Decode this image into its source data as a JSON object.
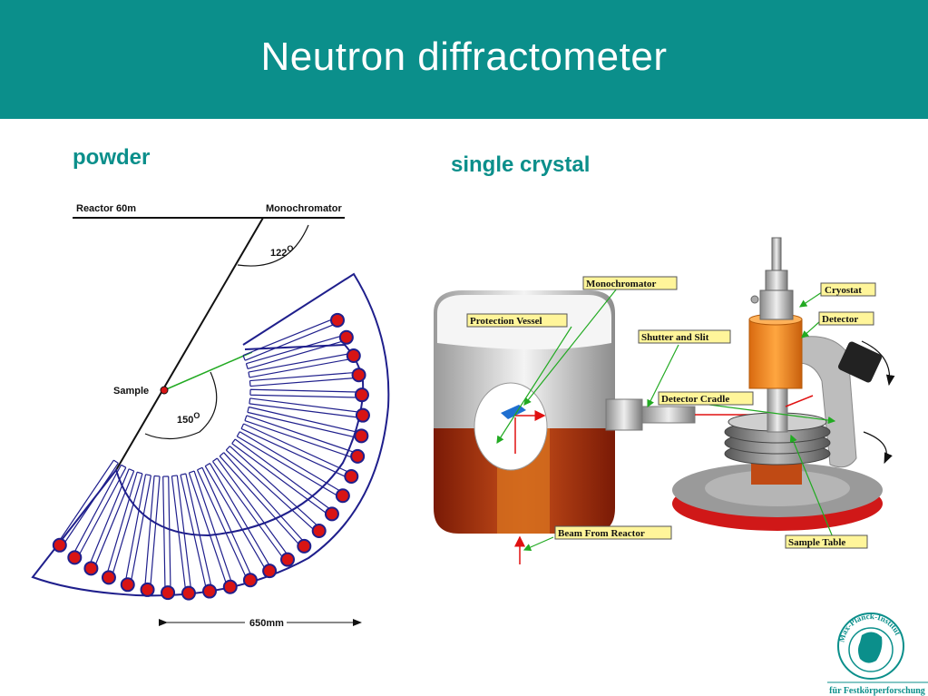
{
  "title": "Neutron diffractometer",
  "powder": {
    "heading": "powder",
    "reactor_label": "Reactor 60m",
    "monochromator_label": "Monochromator",
    "sample_label": "Sample",
    "angle_mono": "122",
    "angle_sample": "150",
    "angle_unit": "O",
    "width_label": "650mm"
  },
  "single_crystal": {
    "heading": "single crystal",
    "labels": {
      "monochromator": "Monochromator",
      "protection_vessel": "Protection Vessel",
      "shutter_and_slit": "Shutter and Slit",
      "detector_cradle": "Detector Cradle",
      "beam_from_reactor": "Beam From Reactor",
      "cryostat": "Cryostat",
      "detector": "Detector",
      "sample_table": "Sample Table"
    }
  },
  "logo": {
    "arc_text": "Max-Planck-Institut",
    "caption": "für Festkörperforschung"
  },
  "colors": {
    "header": "#0b8f8b",
    "heading_text": "#0b8f8b",
    "detector_outline": "#1f1f8c",
    "detector_dot": "#d81414",
    "beam": "#e01010",
    "pointer": "#22aa22",
    "cryostat": "#f08a1a",
    "vessel_bottom": "#b0340e",
    "label_box": "#fff59a"
  }
}
